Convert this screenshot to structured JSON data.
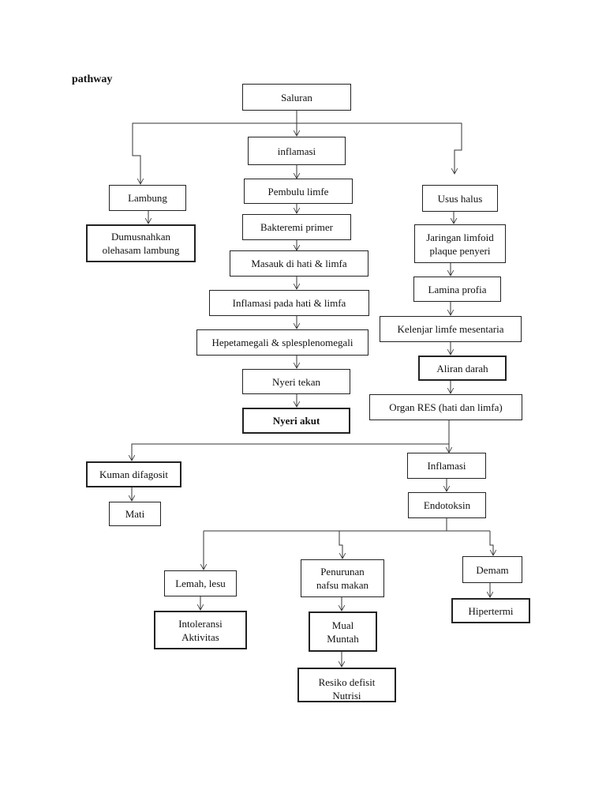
{
  "title": "pathway",
  "nodes": {
    "saluran": "Saluran",
    "inflamasi1": "inflamasi",
    "lambung": "Lambung",
    "dumusnahkan": "Dumusnahkan\nolehasam lambung",
    "pembulu": "Pembulu limfe",
    "bakteremi": "Bakteremi primer",
    "masauk": "Masauk di hati & limfa",
    "inflamasi_hati": "Inflamasi pada hati & limfa",
    "hepetamegali": "Hepetamegali & splesplenomegali",
    "nyeri_tekan": "Nyeri tekan",
    "nyeri_akut": "Nyeri akut",
    "usus": "Usus halus",
    "jaringan": "Jaringan limfoid\nplaque penyeri",
    "lamina": "Lamina profia",
    "kelenjar": "Kelenjar limfe mesentaria",
    "aliran": "Aliran darah",
    "organ": "Organ RES (hati dan limfa)",
    "kuman": "Kuman difagosit",
    "mati": "Mati",
    "inflamasi2": "Inflamasi",
    "endotoksin": "Endotoksin",
    "lemah": "Lemah, lesu",
    "penurunan": "Penurunan\nnafsu makan",
    "demam": "Demam",
    "intoleransi": "Intoleransi\nAktivitas",
    "mual": "Mual\nMuntah",
    "hipertermi": "Hipertermi",
    "resiko": "Resiko defisit\nNutrisi"
  }
}
